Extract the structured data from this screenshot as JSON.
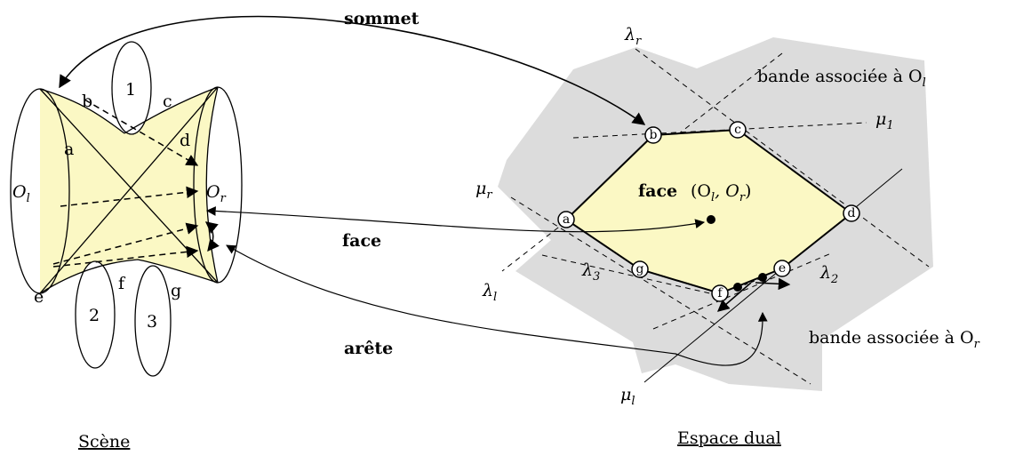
{
  "scene": {
    "caption": "Scène",
    "objects": {
      "left": "O",
      "left_sub": "l",
      "right": "O",
      "right_sub": "r"
    },
    "occluders": [
      "1",
      "2",
      "3"
    ],
    "segment_labels": [
      "a",
      "b",
      "c",
      "d",
      "e",
      "f",
      "g"
    ]
  },
  "dual": {
    "caption": "Espace dual",
    "face_label_bold": "face",
    "face_label_math": "(O",
    "face_sub_l": "l",
    "face_comma": ", O",
    "face_sub_r": "r",
    "face_close": ")",
    "band_left": "bande associée à O",
    "band_left_sub": "l",
    "band_right": "bande associée à O",
    "band_right_sub": "r",
    "vertices": [
      "a",
      "b",
      "c",
      "d",
      "e",
      "f",
      "g"
    ],
    "lines": {
      "lambda_r": "λ",
      "lambda_r_sub": "r",
      "lambda_l": "λ",
      "lambda_l_sub": "l",
      "lambda_3": "λ",
      "lambda_3_sub": "3",
      "lambda_2": "λ",
      "lambda_2_sub": "2",
      "mu_1": "μ",
      "mu_1_sub": "1",
      "mu_r": "μ",
      "mu_r_sub": "r",
      "mu_l": "μ",
      "mu_l_sub": "l"
    }
  },
  "arrows": {
    "vertex": "sommet",
    "face": "face",
    "edge": "arête"
  },
  "colors": {
    "face_fill": "#fbf8c4",
    "band_fill": "#dcdcdc",
    "stroke": "#000000"
  }
}
